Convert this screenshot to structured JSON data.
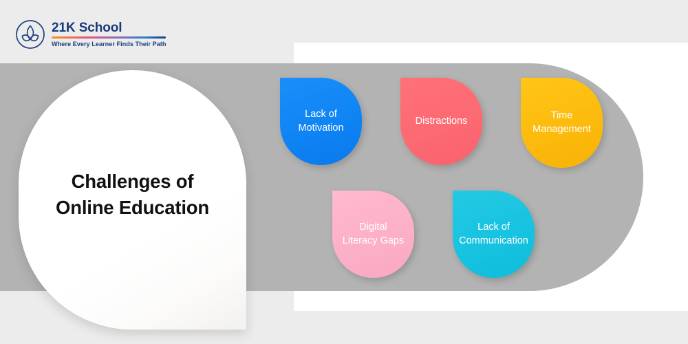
{
  "brand": {
    "logo_icon": "lotus-circle-icon",
    "name": "21K School",
    "tagline": "Where Every Learner\nFinds Their Path",
    "name_color": "#173b7a",
    "tagline_color": "#1c3f7f"
  },
  "title_card": {
    "heading": "Challenges of\nOnline Education",
    "text_color": "#111111",
    "background_color": "#ffffff"
  },
  "canvas": {
    "background_color": "#ececec",
    "band_color": "#b3b3b3",
    "panel_color": "#ffffff"
  },
  "pins": [
    {
      "id": "lack-of-motivation",
      "label": "Lack of\nMotivation",
      "color": "#0f84f4",
      "text_color": "#ffffff",
      "row": 1
    },
    {
      "id": "distractions",
      "label": "Distractions",
      "color": "#fc6a73",
      "text_color": "#ffffff",
      "row": 1
    },
    {
      "id": "time-management",
      "label": "Time\nManagement",
      "color": "#fcbb0d",
      "text_color": "#ffffff",
      "row": 1
    },
    {
      "id": "digital-literacy-gaps",
      "label": "Digital\nLiteracy Gaps",
      "color": "#fcb0c8",
      "text_color": "#ffffff",
      "row": 2
    },
    {
      "id": "lack-of-communication",
      "label": "Lack of\nCommunication",
      "color": "#17c3e0",
      "text_color": "#ffffff",
      "row": 2
    }
  ]
}
